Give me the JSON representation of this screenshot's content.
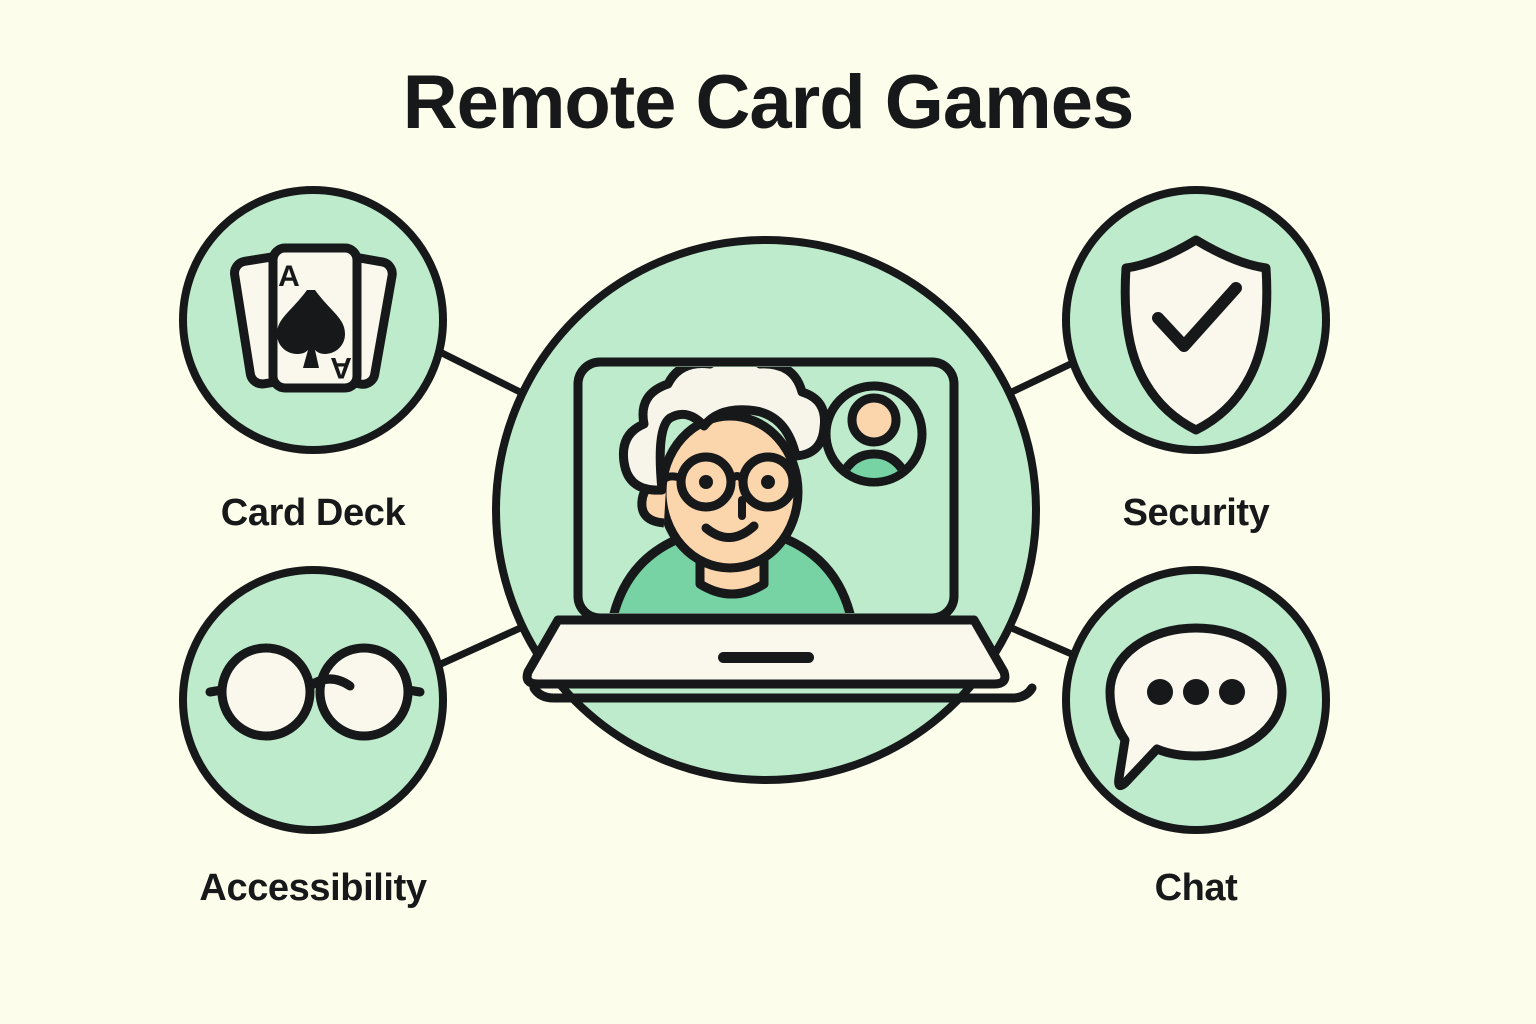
{
  "page": {
    "title": "Remote Card Games",
    "background_color": "#FDFDEB"
  },
  "palette": {
    "background": "#FDFDEB",
    "ink": "#16181A",
    "circle_fill": "#BDEBCB",
    "paper_fill": "#FAF8EC",
    "skin": "#FBD5AC",
    "shirt_green": "#77D3A3",
    "hair": "#F7F5EA",
    "screen_fill": "#BDEBCB"
  },
  "center": {
    "name": "video-call-hub",
    "icon": "laptop-video-call-icon",
    "elements": {
      "laptop": "laptop-icon",
      "caller": "elderly-person-avatar",
      "caller_features": [
        "white-hair",
        "round-glasses",
        "smile",
        "green-shirt"
      ],
      "participant": "participant-avatar-icon",
      "trackpad": "trackpad-bar"
    }
  },
  "nodes": [
    {
      "id": "card-deck",
      "label": "Card Deck",
      "icon": "playing-cards-icon",
      "card_rank": "A",
      "card_suit": "spade",
      "position": "top-left"
    },
    {
      "id": "security",
      "label": "Security",
      "icon": "shield-check-icon",
      "position": "top-right"
    },
    {
      "id": "accessibility",
      "label": "Accessibility",
      "icon": "eyeglasses-icon",
      "position": "bottom-left"
    },
    {
      "id": "chat",
      "label": "Chat",
      "icon": "speech-bubble-ellipsis-icon",
      "position": "bottom-right"
    }
  ],
  "connectors": [
    {
      "from": "card-deck",
      "to": "video-call-hub"
    },
    {
      "from": "security",
      "to": "video-call-hub"
    },
    {
      "from": "accessibility",
      "to": "video-call-hub"
    },
    {
      "from": "chat",
      "to": "video-call-hub"
    }
  ]
}
